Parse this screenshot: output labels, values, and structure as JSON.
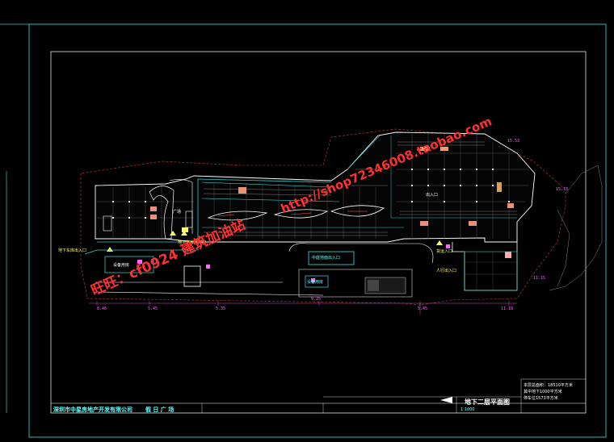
{
  "window": {
    "background": "#000000",
    "accent_line": "#2ecac8",
    "outline": "#ffffff",
    "text_yellow": "#ffff66",
    "watermark_red": "#ff3030"
  },
  "watermarks": {
    "wangwang": "旺旺：cf0924 建筑加油站",
    "shop_url": "http://shop72346008.taobao.com"
  },
  "labels": {
    "entrance_a": "地下车库出入口",
    "entrance_b": "地下车库出入口",
    "entrance_c": "货运入口",
    "entrance_d": "出入口",
    "room_a": "设备用房",
    "room_b": "设备用房",
    "plaza": "广场",
    "shop_corridor": "中庭地面出入口",
    "ramp_note": "人行出入口"
  },
  "dimensions": {
    "d1": "9.25",
    "d2": "11.18",
    "d3": "15.53",
    "d4": "15.73",
    "d5": "8.46",
    "d6": "5.45",
    "d7": "5.35",
    "d8": "5.45",
    "d9": "11.15"
  },
  "title_block": {
    "company": "深圳市中星房地产开发有限公司",
    "project": "假 日 广 场",
    "sheet_title": "地下二层平面图",
    "scale": "1:1000",
    "area_note_1": "本层总面积：18510平方米",
    "area_note_2": "其中地下1000平方米",
    "area_note_3": "停车位1573平方米"
  }
}
